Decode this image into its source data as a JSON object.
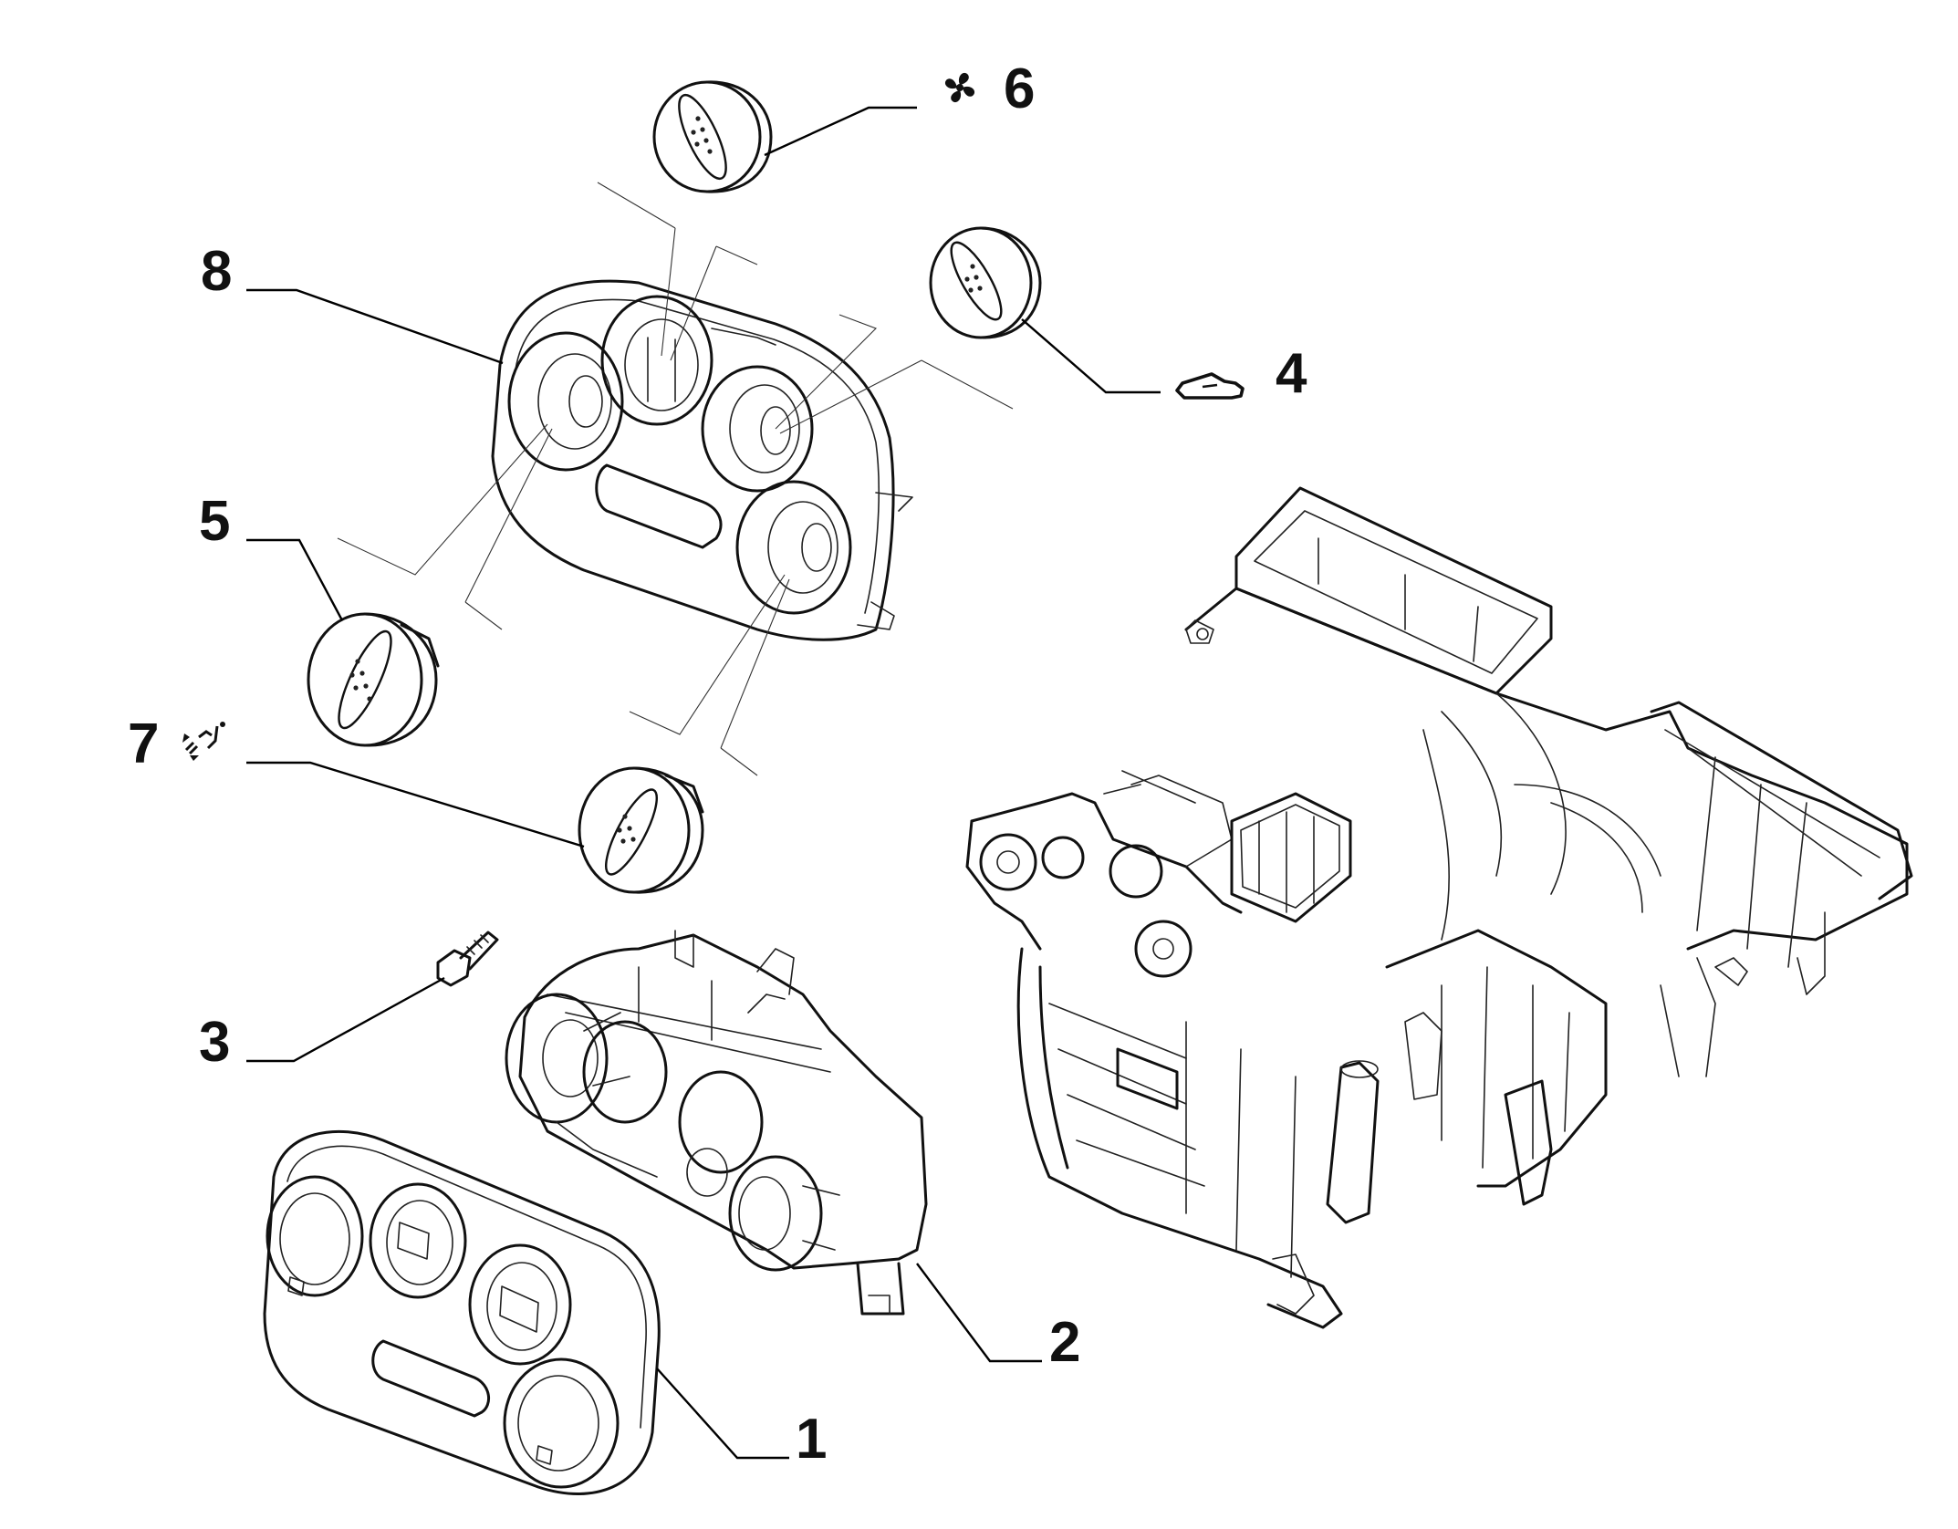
{
  "parts": [
    {
      "callout": "1",
      "part": "bezel"
    },
    {
      "callout": "2",
      "part": "climate-control-unit"
    },
    {
      "callout": "3",
      "part": "screw"
    },
    {
      "callout": "4",
      "part": "air-distribution-knob"
    },
    {
      "callout": "5",
      "part": "temperature-knob"
    },
    {
      "callout": "6",
      "part": "fan-speed-knob"
    },
    {
      "callout": "7",
      "part": "recirculation-knob"
    },
    {
      "callout": "8",
      "part": "control-panel-frame"
    }
  ],
  "icons": {
    "callout_6": "fan-icon",
    "callout_4": "car-vent-icon",
    "callout_7": "recirculation-icon"
  },
  "colors": {
    "line": "#111111",
    "background": "#ffffff"
  }
}
